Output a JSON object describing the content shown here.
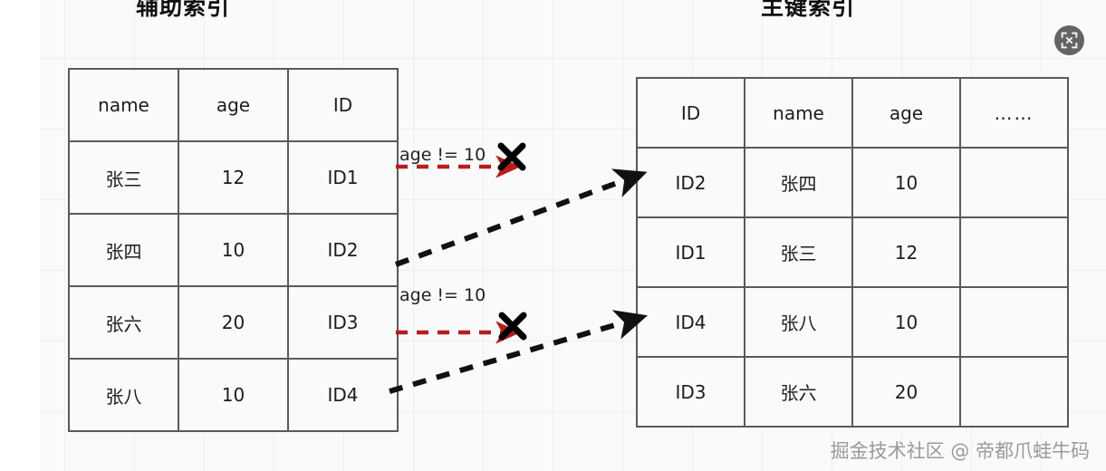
{
  "diagram": {
    "titles": {
      "left": "辅助索引",
      "right": "主键索引"
    },
    "left_table": {
      "name": "secondary-index-table",
      "headers": [
        "name",
        "age",
        "ID"
      ],
      "rows": [
        [
          "张三",
          "12",
          "ID1"
        ],
        [
          "张四",
          "10",
          "ID2"
        ],
        [
          "张六",
          "20",
          "ID3"
        ],
        [
          "张八",
          "10",
          "ID4"
        ]
      ]
    },
    "right_table": {
      "name": "primary-key-index-table",
      "headers": [
        "ID",
        "name",
        "age",
        "……"
      ],
      "rows": [
        [
          "ID2",
          "张四",
          "10",
          ""
        ],
        [
          "ID1",
          "张三",
          "12",
          ""
        ],
        [
          "ID4",
          "张八",
          "10",
          ""
        ],
        [
          "ID3",
          "张六",
          "20",
          ""
        ]
      ]
    },
    "annotations": [
      {
        "label": "age != 10",
        "marker": "x-cross",
        "arrow": "red-dashed-arrow"
      },
      {
        "label": "age != 10",
        "marker": "x-cross",
        "arrow": "red-dashed-arrow"
      }
    ],
    "lookup_arrows": [
      {
        "from": "ID2",
        "to": "ID2"
      },
      {
        "from": "ID4",
        "to": "ID4"
      }
    ],
    "colors": {
      "reject_arrow": "#b81c1c",
      "lookup_arrow": "#111111",
      "table_border": "#5a5a5a",
      "cell_background": "#fafafa",
      "page_background": "#fafafa",
      "watermark": "#9a9a9a",
      "button_background": "#4a4a4a"
    }
  },
  "watermark": {
    "text": "掘金技术社区 @ 帝都爪蛙牛码"
  },
  "controls": {
    "fullscreen_button": "exit-fullscreen"
  }
}
